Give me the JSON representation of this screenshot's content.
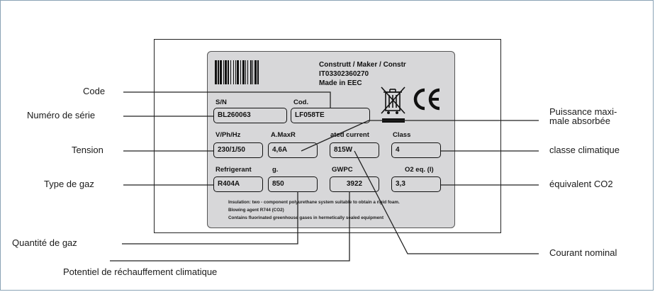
{
  "labels": {
    "code": "Code",
    "serial": "Numéro de série",
    "tension": "Tension",
    "gas_type": "Type de gaz",
    "gas_qty": "Quantité de gaz",
    "gwp": "Potentiel de réchauffement climatique",
    "power_line1": "Puissance maxi-",
    "power_line2": "male absorbée",
    "climate_class": "classe climatique",
    "co2_eq": "équivalent CO2",
    "nominal_current": "Courant nominal"
  },
  "plate": {
    "maker_line1": "Construtt / Maker / Constr",
    "maker_line2": "IT03302360270",
    "maker_line3": "Made in EEC",
    "sn_label": "S/N",
    "sn_value": "BL260063",
    "cod_label": "Cod.",
    "cod_value": "LF058TE",
    "vphhz_label": "V/Ph/Hz",
    "vphhz_value": "230/1/50",
    "amaxr_label": "A.MaxR",
    "amaxr_value": "4,6A",
    "rated_label": "ated current",
    "rated_value": "815W",
    "class_label": "Class",
    "class_value": "4",
    "refrigerant_label": "Refrigerant",
    "refrigerant_value": "R404A",
    "g_label": "g.",
    "g_value": "850",
    "gwpc_label": "GWPC",
    "gwpc_value": "3922",
    "o2eq_label": "O2 eq. (l)",
    "o2eq_value": "3,3",
    "note1": "Insulation: two - component polyurethane system suitable to obtain a rigid foam.",
    "note2": "Blowing agent R744 (CO2)",
    "note3": "Contains fluorinated greenhouse gases in hermetically sealed equipment"
  },
  "icons": {
    "barcode": "barcode-icon",
    "weee": "crossed-bin-icon",
    "ce": "ce-mark-icon"
  }
}
